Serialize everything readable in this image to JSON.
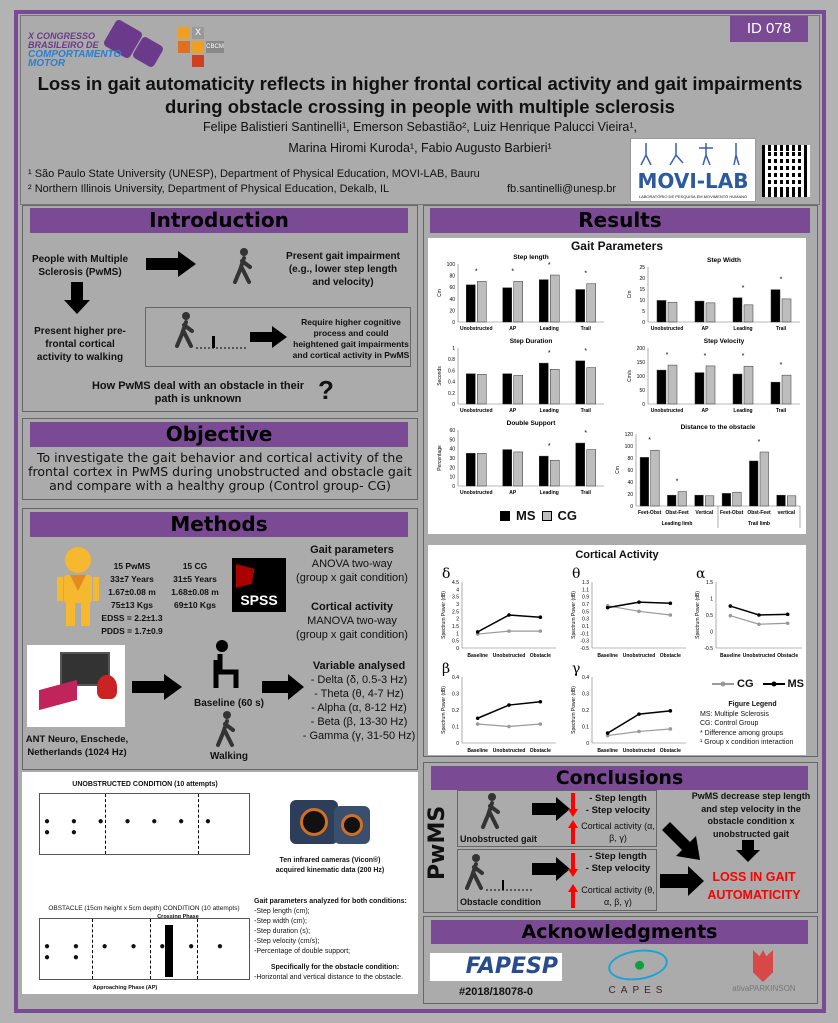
{
  "header": {
    "badge": "ID 078",
    "congress_logo": "X CONGRESSO BRASILEIRO DE COMPORTAMENTO MOTOR",
    "cbcm_logo": "CBCM",
    "title": "Loss in gait automaticity reflects in higher frontal cortical activity and gait impairments during obstacle crossing in people with multiple sclerosis",
    "authors_line1": "Felipe Balistieri Santinelli¹, Emerson Sebastião², Luiz Henrique Palucci Vieira¹,",
    "authors_line2": "Marina Hiromi Kuroda¹, Fabio Augusto Barbieri¹",
    "affiliation1": "¹ São Paulo State University (UNESP), Department of Physical Education, MOVI-LAB, Bauru",
    "affiliation2": "² Northern Illinois University, Department of Physical Education, Dekalb, IL",
    "email": "fb.santinelli@unesp.br",
    "lab_logo": "MOVI-LAB",
    "lab_subtitle": "LABORATÓRIO DE PESQUISA EM MOVIMENTO HUMANO"
  },
  "introduction": {
    "heading": "Introduction",
    "pwms": "People with Multiple Sclerosis (PwMS)",
    "impairment": "Present gait impairment (e.g., lower step length and velocity)",
    "prefrontal": "Present higher pre-frontal cortical activity to walking",
    "cognitive": "Require higher cognitive process and could heightened gait impairments and cortical activity in PwMS",
    "question": "How PwMS deal with an obstacle in their path is unknown",
    "question_mark": "?"
  },
  "objective": {
    "heading": "Objective",
    "text": "To investigate the gait behavior and cortical activity of the frontal cortex in PwMS during unobstructed and obstacle gait and compare with a healthy group (Control group- CG)"
  },
  "methods": {
    "heading": "Methods",
    "pwms_stats": [
      "15 PwMS",
      "33±7 Years",
      "1.67±0.08 m",
      "75±13 Kgs",
      "EDSS = 2.2±1.3",
      "PDDS = 1.7±0.9"
    ],
    "cg_stats": [
      "15 CG",
      "31±5 Years",
      "1.68±0.08 m",
      "69±10 Kgs"
    ],
    "spss": "SPSS",
    "gait_title": "Gait parameters",
    "gait_test": "ANOVA two-way",
    "gait_design": "(group x gait condition)",
    "cortical_title": "Cortical activity",
    "cortical_test": "MANOVA two-way",
    "cortical_design": "(group x gait condition)",
    "eeg_caption": "ANT Neuro, Enschede, Netherlands (1024 Hz)",
    "baseline": "Baseline (60 s)",
    "walking": "Walking",
    "variables_title": "Variable analysed",
    "variables": [
      "- Delta (δ, 0.5-3 Hz)",
      "- Theta (θ, 4-7 Hz)",
      "- Alpha (α, 8-12 Hz)",
      "- Beta (β, 13-30 Hz)",
      "- Gamma (γ, 31-50 Hz)"
    ],
    "unobstructed_title": "UNOBSTRUCTED CONDITION (10 attempts)",
    "obstacle_title": "OBSTACLE (15cm height x 5cm depth) CONDITION (10 attempts)",
    "crossing_phase": "Crossing Phase",
    "approaching_phase": "Approaching Phase (AP)",
    "camera_caption": "Ten infrared cameras (Vicon®) acquired kinematic data (200 Hz)",
    "params_title": "Gait parameters analyzed for both conditions:",
    "params": [
      "-Step length (cm);",
      "-Step width (cm);",
      "-Step duration  (s);",
      "-Step velocity (cm/s);",
      "-Percentage of double support;"
    ],
    "obstacle_specific_title": "Specifically for the obstacle condition:",
    "obstacle_specific": "-Horizontal and vertical distance to the obstacle."
  },
  "results": {
    "heading": "Results",
    "gait_title": "Gait Parameters",
    "cortical_title": "Cortical Activity",
    "legend_ms": "MS",
    "legend_cg": "CG",
    "figure_legend_title": "Figure Legend",
    "figure_legend": [
      "MS: Multiple Sclerosis",
      "CG: Control Group",
      "* Difference among groups",
      "¹ Group x condition interaction"
    ]
  },
  "colors": {
    "purple": "#7b4a94",
    "ms": "#000000",
    "cg": "#bdbdbd",
    "cg_line": "#999999",
    "red": "#ff0000"
  },
  "chart_data": [
    {
      "type": "bar",
      "title": "Step length",
      "ylabel": "Cm",
      "ylim": [
        0,
        100
      ],
      "yticks": [
        0,
        20,
        40,
        60,
        80,
        100
      ],
      "categories": [
        "Unobstructed",
        "AP",
        "Leading",
        "Trail"
      ],
      "series": [
        {
          "name": "MS",
          "values": [
            64,
            59,
            73,
            56
          ]
        },
        {
          "name": "CG",
          "values": [
            70,
            70,
            81,
            66
          ]
        }
      ],
      "stars": [
        1,
        1,
        1,
        1
      ]
    },
    {
      "type": "bar",
      "title": "Step Width",
      "ylabel": "Cm",
      "ylim": [
        0,
        25
      ],
      "yticks": [
        0,
        5,
        10,
        15,
        20,
        25
      ],
      "categories": [
        "Unobstructed",
        "AP",
        "Leading",
        "Trail"
      ],
      "series": [
        {
          "name": "MS",
          "values": [
            9.8,
            9.5,
            11,
            14.7
          ]
        },
        {
          "name": "CG",
          "values": [
            9,
            8.7,
            7.8,
            10.5
          ]
        }
      ],
      "stars": [
        0,
        0,
        1,
        1
      ]
    },
    {
      "type": "bar",
      "title": "Step Duration",
      "ylabel": "Seconds",
      "ylim": [
        0,
        1
      ],
      "yticks": [
        0,
        0.2,
        0.4,
        0.6,
        0.8,
        1
      ],
      "categories": [
        "Unobstructed",
        "AP",
        "Leading",
        "Trail"
      ],
      "series": [
        {
          "name": "MS",
          "values": [
            0.54,
            0.54,
            0.73,
            0.77
          ]
        },
        {
          "name": "CG",
          "values": [
            0.53,
            0.51,
            0.62,
            0.65
          ]
        }
      ],
      "stars": [
        0,
        0,
        1,
        1
      ]
    },
    {
      "type": "bar",
      "title": "Step Velocity",
      "ylabel": "Cm/s",
      "ylim": [
        0,
        200
      ],
      "yticks": [
        0,
        50,
        100,
        150,
        200
      ],
      "categories": [
        "Unobstructed",
        "AP",
        "Leading",
        "Trail"
      ],
      "series": [
        {
          "name": "MS",
          "values": [
            121,
            112,
            107,
            78
          ]
        },
        {
          "name": "CG",
          "values": [
            139,
            136,
            135,
            103
          ]
        }
      ],
      "stars": [
        1,
        1,
        1,
        1
      ]
    },
    {
      "type": "bar",
      "title": "Double Support",
      "ylabel": "Percentage",
      "ylim": [
        0,
        60
      ],
      "yticks": [
        0,
        10,
        20,
        30,
        40,
        50,
        60
      ],
      "categories": [
        "Unobstructed",
        "AP",
        "Leading",
        "Trail"
      ],
      "series": [
        {
          "name": "MS",
          "values": [
            35,
            39,
            32,
            46
          ]
        },
        {
          "name": "CG",
          "values": [
            35,
            36.5,
            27.5,
            39
          ]
        }
      ],
      "stars": [
        0,
        0,
        1,
        1
      ]
    },
    {
      "type": "bar",
      "title": "Distance to the obstacle",
      "ylabel": "Cm",
      "ylim": [
        0,
        120
      ],
      "yticks": [
        0,
        20,
        40,
        60,
        80,
        100,
        120
      ],
      "categories": [
        "Feet-Obst",
        "Obst-Feet",
        "Vertical",
        "Feet-Obst",
        "Obst-Feet",
        "vertical"
      ],
      "groups": [
        "Leading limb",
        "Trail limb"
      ],
      "series": [
        {
          "name": "MS",
          "values": [
            81,
            18,
            18,
            21,
            75,
            18
          ]
        },
        {
          "name": "CG",
          "values": [
            93,
            24,
            17,
            23,
            90,
            17
          ]
        }
      ],
      "stars": [
        1,
        1,
        0,
        0,
        1,
        0
      ]
    },
    {
      "type": "line",
      "title": "δ",
      "ylabel": "Spectrum Power (dB)",
      "ylim": [
        0,
        4.5
      ],
      "yticks": [
        0,
        0.5,
        1,
        1.5,
        2,
        2.5,
        3,
        3.5,
        4,
        4.5
      ],
      "x": [
        "Baseline",
        "Unobstructed",
        "Obstacle"
      ],
      "series": [
        {
          "name": "MS",
          "values": [
            1.1,
            2.25,
            2.1
          ]
        },
        {
          "name": "CG",
          "values": [
            0.95,
            1.15,
            1.15
          ]
        }
      ]
    },
    {
      "type": "line",
      "title": "θ",
      "ylabel": "Spectrum Power (dB)",
      "ylim": [
        -0.5,
        1.3
      ],
      "yticks": [
        -0.5,
        -0.3,
        -0.1,
        0.1,
        0.3,
        0.5,
        0.7,
        0.9,
        1.1,
        1.3
      ],
      "x": [
        "Baseline",
        "Unobstructed",
        "Obstacle"
      ],
      "series": [
        {
          "name": "MS",
          "values": [
            0.6,
            0.75,
            0.72
          ]
        },
        {
          "name": "CG",
          "values": [
            0.65,
            0.5,
            0.4
          ]
        }
      ]
    },
    {
      "type": "line",
      "title": "α",
      "ylabel": "Spectrum Power (dB)",
      "ylim": [
        -0.5,
        1.5
      ],
      "yticks": [
        -0.5,
        0,
        0.5,
        1,
        1.5
      ],
      "x": [
        "Baseline",
        "Unobstructed",
        "Obstacle"
      ],
      "series": [
        {
          "name": "MS",
          "values": [
            0.77,
            0.5,
            0.52
          ]
        },
        {
          "name": "CG",
          "values": [
            0.48,
            0.22,
            0.25
          ]
        }
      ]
    },
    {
      "type": "line",
      "title": "β",
      "ylabel": "Spectrum Power (dB)",
      "ylim": [
        0,
        0.4
      ],
      "yticks": [
        0,
        0.1,
        0.2,
        0.3,
        0.4
      ],
      "x": [
        "Baseline",
        "Unobstructed",
        "Obstacle"
      ],
      "series": [
        {
          "name": "MS",
          "values": [
            0.15,
            0.23,
            0.25
          ]
        },
        {
          "name": "CG",
          "values": [
            0.115,
            0.1,
            0.115
          ]
        }
      ]
    },
    {
      "type": "line",
      "title": "γ",
      "ylabel": "Spectrum Power (dB)",
      "ylim": [
        0,
        0.4
      ],
      "yticks": [
        0,
        0.1,
        0.2,
        0.3,
        0.4
      ],
      "x": [
        "Baseline",
        "Unobstructed",
        "Obstacle"
      ],
      "series": [
        {
          "name": "MS",
          "values": [
            0.06,
            0.175,
            0.195
          ]
        },
        {
          "name": "CG",
          "values": [
            0.045,
            0.07,
            0.085
          ]
        }
      ]
    }
  ],
  "conclusions": {
    "heading": "Conclusions",
    "group": "PwMS",
    "unobstructed_label": "Unobstructed gait",
    "obstacle_label": "Obstacle condition",
    "decrease1": "- Step length\n- Step velocity",
    "cortical1": "Cortical activity (α, β, γ)",
    "decrease2": "- Step length\n- Step velocity",
    "cortical2": "Cortical activity (θ, α, β, γ)",
    "summary": "PwMS decrease step length and step velocity in the obstacle condition x unobstructed gait",
    "final": "LOSS IN GAIT AUTOMATICITY"
  },
  "acknowledgments": {
    "heading": "Acknowledgments",
    "fapesp": "FAPESP",
    "grant": "#2018/18078-0",
    "capes": "CAPES",
    "ativa": "ativaPARKINSON"
  }
}
